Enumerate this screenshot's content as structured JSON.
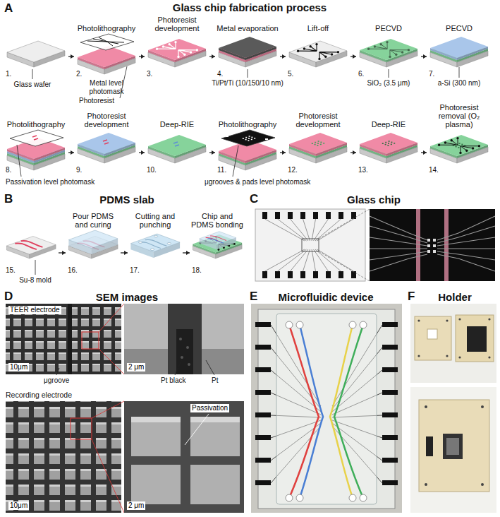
{
  "diagram": {
    "nodes": [
      {
        "text": [
          "1."
        ]
      },
      {
        "text": [
          "Photolithography",
          "2."
        ]
      },
      {
        "text": [
          "Photoresist development",
          "3."
        ]
      },
      {
        "text": [
          "Metal evaporation",
          "4."
        ]
      },
      {
        "text": [
          "Lift-off",
          "5."
        ]
      },
      {
        "text": [
          "PECVD",
          "6."
        ]
      },
      {
        "text": [
          "PECVD",
          "7."
        ]
      },
      {
        "text": [
          "Photolithography",
          "8."
        ]
      },
      {
        "text": [
          "Photoresist development",
          "9."
        ]
      },
      {
        "text": [
          "Deep-RIE",
          "10."
        ]
      },
      {
        "text": [
          "Photolithography",
          "11."
        ]
      },
      {
        "text": [
          "Photoresist development",
          "12."
        ]
      },
      {
        "text": [
          "Deep-RIE",
          "13."
        ]
      },
      {
        "text": [
          "Photoresist removal (O₂ plasma)",
          "14."
        ]
      },
      {
        "text": [
          "15."
        ]
      },
      {
        "text": [
          "Pour PDMS and curing",
          "16."
        ]
      },
      {
        "text": [
          "Cutting and punching",
          "17."
        ]
      },
      {
        "text": [
          "Chip and PDMS bonding",
          "18."
        ]
      }
    ],
    "edges": [
      {
        "from": 0,
        "to": 1,
        "arrow": "to"
      },
      {
        "from": 1,
        "to": 2,
        "arrow": "to"
      },
      {
        "from": 2,
        "to": 3,
        "arrow": "to"
      },
      {
        "from": 3,
        "to": 4,
        "arrow": "to"
      },
      {
        "from": 4,
        "to": 5,
        "arrow": "to"
      },
      {
        "from": 5,
        "to": 6,
        "arrow": "to"
      },
      {
        "from": 7,
        "to": 8,
        "arrow": "to"
      },
      {
        "from": 8,
        "to": 9,
        "arrow": "to"
      },
      {
        "from": 9,
        "to": 10,
        "arrow": "to"
      },
      {
        "from": 10,
        "to": 11,
        "arrow": "to"
      },
      {
        "from": 11,
        "to": 12,
        "arrow": "to"
      },
      {
        "from": 12,
        "to": 13,
        "arrow": "to"
      },
      {
        "from": 14,
        "to": 15,
        "arrow": "to"
      },
      {
        "from": 15,
        "to": 16,
        "arrow": "to"
      },
      {
        "from": 16,
        "to": 17,
        "arrow": "to"
      }
    ],
    "labels": [
      "A",
      "Glass chip fabrication process",
      "Glass wafer",
      "Metal level photomask",
      "Photoresist",
      "Ti/Pt/Ti (10/150/10 nm)",
      "SiO₂ (3.5 μm)",
      "a-Si (300 nm)",
      "Passivation level photomask",
      "μgrooves & pads level photomask",
      "B",
      "PDMS slab",
      "Su-8 mold",
      "C",
      "Glass chip",
      "D",
      "SEM images",
      "TEER electrode",
      "10μm",
      "2 μm",
      "μgroove",
      "Pt black",
      "Pt",
      "Recording electrode",
      "10μm",
      "2 μm",
      "Passivation",
      "E",
      "Microfluidic device",
      "F",
      "Holder"
    ]
  }
}
